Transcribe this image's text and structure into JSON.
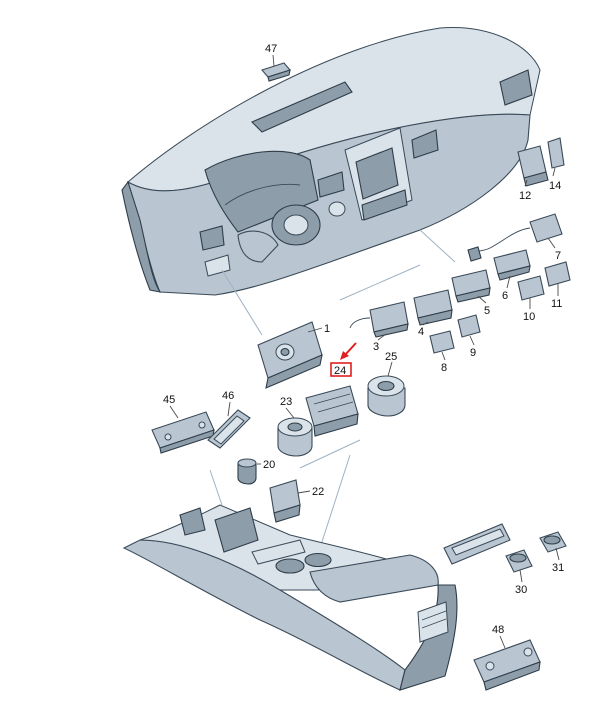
{
  "callouts": {
    "c47": "47",
    "c12": "12",
    "c14": "14",
    "c7": "7",
    "c1": "1",
    "c6": "6",
    "c11": "11",
    "c5": "5",
    "c10": "10",
    "c4": "4",
    "c3": "3",
    "c9": "9",
    "c8": "8",
    "c24": "24",
    "c25": "25",
    "c23": "23",
    "c45": "45",
    "c46": "46",
    "c20": "20",
    "c22": "22",
    "c31": "31",
    "c30": "30",
    "c48": "48"
  },
  "highlight": {
    "part": "24",
    "color": "#e02020"
  },
  "colors": {
    "part_fill": "#b9c6d2",
    "outline": "#3a4a58"
  }
}
